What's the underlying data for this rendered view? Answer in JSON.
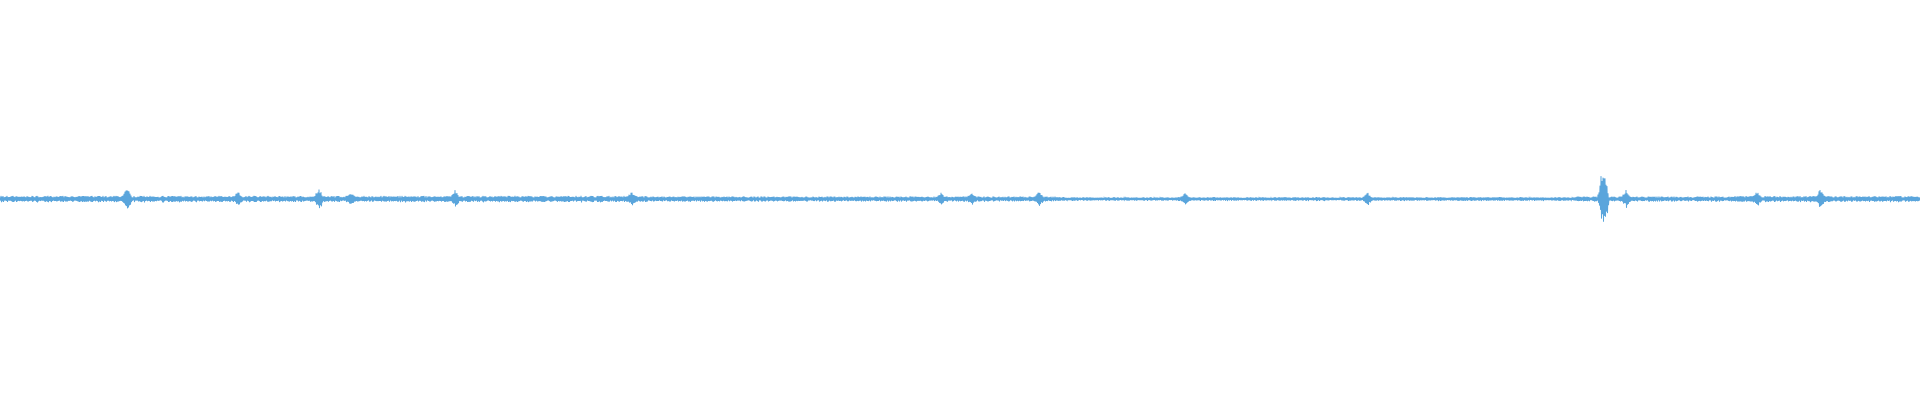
{
  "waveform": {
    "color": "#5aa5dc",
    "peaks": [
      {
        "position": 0.066,
        "amplitude": 0.34
      },
      {
        "position": 0.124,
        "amplitude": 0.22
      },
      {
        "position": 0.166,
        "amplitude": 0.3
      },
      {
        "position": 0.183,
        "amplitude": 0.2
      },
      {
        "position": 0.237,
        "amplitude": 0.24
      },
      {
        "position": 0.329,
        "amplitude": 0.22
      },
      {
        "position": 0.49,
        "amplitude": 0.18
      },
      {
        "position": 0.506,
        "amplitude": 0.22
      },
      {
        "position": 0.541,
        "amplitude": 0.24
      },
      {
        "position": 0.617,
        "amplitude": 0.18
      },
      {
        "position": 0.712,
        "amplitude": 0.2
      },
      {
        "position": 0.835,
        "amplitude": 0.95
      },
      {
        "position": 0.847,
        "amplitude": 0.28
      },
      {
        "position": 0.915,
        "amplitude": 0.22
      },
      {
        "position": 0.948,
        "amplitude": 0.26
      }
    ]
  }
}
